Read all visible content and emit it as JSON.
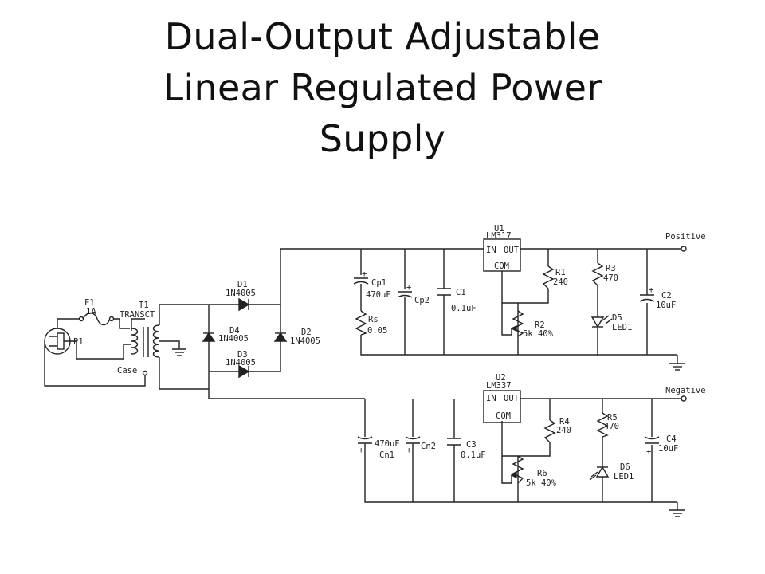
{
  "title": {
    "lines": [
      "Dual-Output Adjustable",
      "Linear Regulated Power",
      "Supply"
    ]
  },
  "labels": {
    "f1_ref": "F1",
    "f1_val": "1A",
    "t1_ref": "T1",
    "t1_val": "TRANSCT",
    "p1_ref": "P1",
    "case": "Case",
    "d1_ref": "D1",
    "d1_val": "1N4005",
    "d2_ref": "D2",
    "d2_val": "1N4005",
    "d3_ref": "D3",
    "d3_val": "1N4005",
    "d4_ref": "D4",
    "d4_val": "1N4005",
    "u1_ref": "U1",
    "u1_val": "LM317",
    "u2_ref": "U2",
    "u2_val": "LM337",
    "pin_in": "IN",
    "pin_out": "OUT",
    "pin_com": "COM",
    "cp1_ref": "Cp1",
    "cp1_val": "470uF",
    "cp2_ref": "Cp2",
    "rs_ref": "Rs",
    "rs_val": "0.05",
    "c1_ref": "C1",
    "c1_val": "0.1uF",
    "r1_ref": "R1",
    "r1_val": "240",
    "r2_ref": "R2",
    "r2_val": "5k 40%",
    "r3_ref": "R3",
    "r3_val": "470",
    "d5_ref": "D5",
    "d5_val": "LED1",
    "c2_ref": "C2",
    "c2_val": "10uF",
    "positive": "Positive",
    "negative": "Negative",
    "cn1_ref": "Cn1",
    "cn1_val": "470uF",
    "cn2_ref": "Cn2",
    "c3_ref": "C3",
    "c3_val": "0.1uF",
    "r4_ref": "R4",
    "r4_val": "240",
    "r6_ref": "R6",
    "r6_val": "5k 40%",
    "r5_ref": "R5",
    "r5_val": "470",
    "d6_ref": "D6",
    "d6_val": "LED1",
    "c4_ref": "C4",
    "c4_val": "10uF",
    "plus": "+"
  }
}
